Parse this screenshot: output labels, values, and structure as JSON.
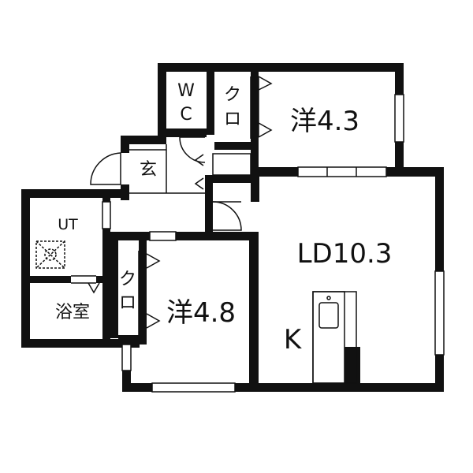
{
  "rooms": {
    "wc": [
      "W",
      "C"
    ],
    "closet_top": [
      "ク",
      "ロ"
    ],
    "western_top": "洋4.3",
    "entrance": "玄",
    "utility": "UT",
    "closet_mid": [
      "ク",
      "ロ"
    ],
    "western_mid": "洋4.8",
    "bath": "浴室",
    "ld": "LD10.3",
    "kitchen": "K"
  },
  "colors": {
    "wall": "#111111",
    "background": "#ffffff"
  }
}
